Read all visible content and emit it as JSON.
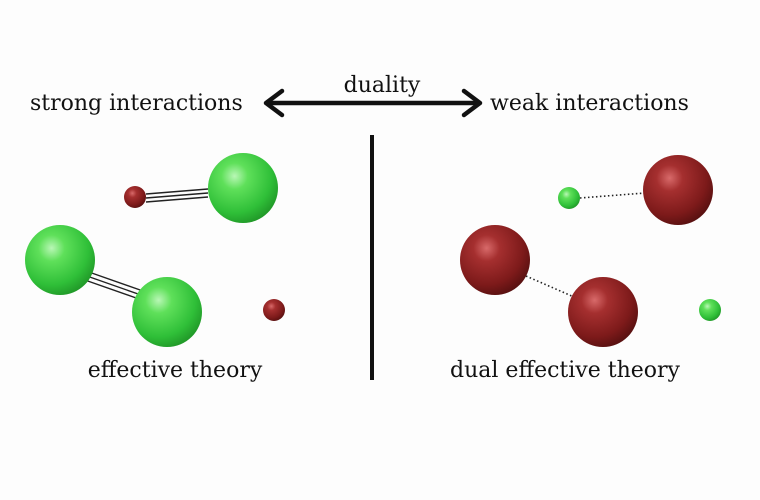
{
  "labels": {
    "strong": "strong interactions",
    "duality": "duality",
    "weak": "weak interactions",
    "left_caption": "effective theory",
    "right_caption": "dual effective theory"
  },
  "colors": {
    "green_particle": "#3fcf4a",
    "red_particle": "#8e1f1f",
    "divider": "#111111",
    "arrow": "#111111"
  }
}
